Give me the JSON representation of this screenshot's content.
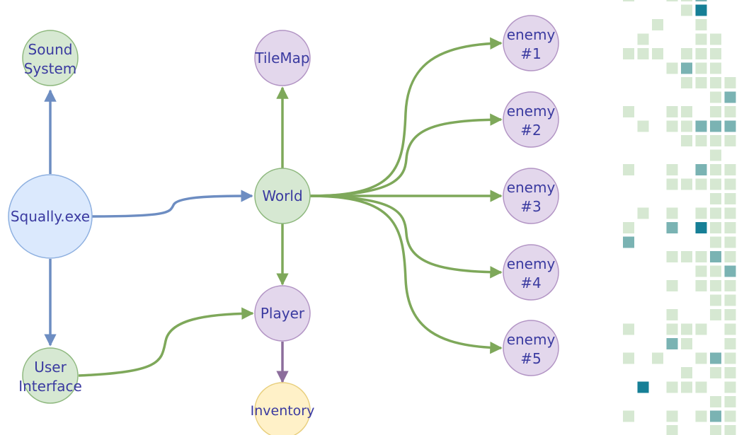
{
  "colors": {
    "green_edge": "#7ea85a",
    "blue_edge": "#6d8dc2",
    "purple_edge": "#8c6d9c",
    "green_fill": "#d6e8d2",
    "green_stroke": "#8eb87e",
    "blue_fill": "#dbe9fd",
    "blue_stroke": "#8eb0e0",
    "purple_fill": "#e3d7ec",
    "purple_stroke": "#b294c4",
    "yellow_fill": "#fff1c8",
    "yellow_stroke": "#e8cf7e",
    "text": "#3a3aa0",
    "tile_light": "#d6e8d2",
    "tile_mid": "#7ab3b3",
    "tile_dark": "#167f96"
  },
  "nodes": {
    "sound_system": [
      "Sound",
      "System"
    ],
    "squally": "Squally.exe",
    "user_interface": [
      "User",
      "Interface"
    ],
    "tilemap": "TileMap",
    "world": "World",
    "player": "Player",
    "inventory": "Inventory",
    "enemy1": [
      "enemy",
      "#1"
    ],
    "enemy2": [
      "enemy",
      "#2"
    ],
    "enemy3": [
      "enemy",
      "#3"
    ],
    "enemy4": [
      "enemy",
      "#4"
    ],
    "enemy5": [
      "enemy",
      "#5"
    ]
  }
}
